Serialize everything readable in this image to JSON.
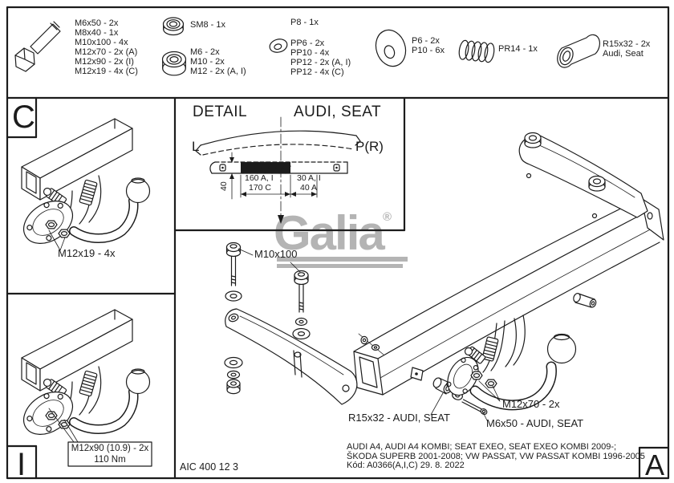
{
  "colors": {
    "line": "#1c1c1c",
    "logo_gray": "#b4b4b4",
    "paper": "#ffffff"
  },
  "parts_strip": {
    "bolt_sizes": [
      "M6x50 - 2x",
      "M8x40 - 1x",
      "M10x100 - 4x",
      "M12x70 - 2x (A)",
      "M12x90 - 2x (I)",
      "M12x19 - 4x (C)"
    ],
    "locknut": "SM8 - 1x",
    "nuts": [
      "M6 - 2x",
      "M10 - 2x",
      "M12 - 2x (A, I)"
    ],
    "washer_p8": "P8 - 1x",
    "washers_pp": [
      "PP6 - 2x",
      "PP10 - 4x",
      "PP12 - 2x (A, I)",
      "PP12 - 4x (C)"
    ],
    "washers_p": [
      "P6 - 2x",
      "P10 - 6x"
    ],
    "spring": "PR14 - 1x",
    "spacer_line1": "R15x32 - 2x",
    "spacer_line2": "Audi, Seat"
  },
  "detail_panel": {
    "title": "DETAIL",
    "subtitle": "AUDI, SEAT",
    "left_mark": "L",
    "right_mark": "P(R)",
    "dim_160": "160 A, I",
    "dim_30": "30 A, I",
    "dim_170": "170 C",
    "dim_40a": "40 A",
    "dim_height": "40"
  },
  "view_c": {
    "corner": "C",
    "label": "M12x19 - 4x"
  },
  "view_i": {
    "corner": "I",
    "label_line1": "M12x90 (10.9) - 2x",
    "label_line2": "110 Nm"
  },
  "main_view": {
    "corner": "A",
    "label_m10": "M10x100",
    "label_r15": "R15x32 - AUDI, SEAT",
    "label_m12": "M12x70 - 2x",
    "label_m6": "M6x50 - AUDI, SEAT"
  },
  "logo": {
    "name": "Galia",
    "registered": "®"
  },
  "footer": {
    "doc_code": "AIC 400 12 3",
    "vehicles_line1": "AUDI A4, AUDI A4 KOMBI; SEAT EXEO, SEAT EXEO KOMBI 2009-;",
    "vehicles_line2": "ŠKODA SUPERB 2001-2008; VW PASSAT, VW PASSAT KOMBI 1996-2005",
    "code_date": "Kód: A0366(A,I,C)  29. 8. 2022"
  }
}
